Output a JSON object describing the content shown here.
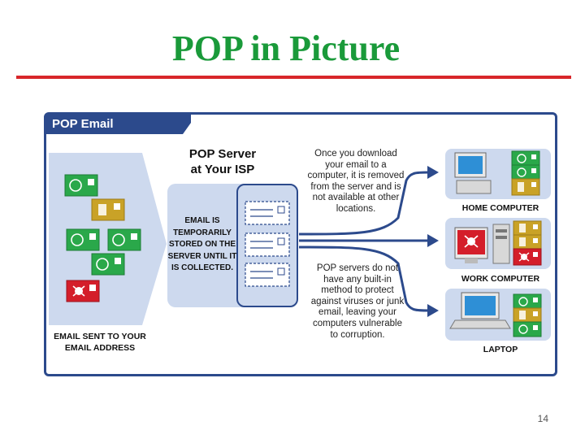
{
  "slide": {
    "title": "POP in Picture",
    "page_number": "14"
  },
  "diagram": {
    "header": "POP Email",
    "server_heading_line1": "POP Server",
    "server_heading_line2": "at Your ISP",
    "server_note": "EMAIL IS TEMPORARILY STORED ON THE SERVER UNTIL IT IS COLLECTED.",
    "caption_download": "Once you download your email to a computer, it is removed from the server and is not available at other locations.",
    "caption_virus": "POP servers do not have any built-in method to protect against viruses or junk email, leaving your computers vulnerable to corruption.",
    "sent_label": "EMAIL SENT TO YOUR EMAIL ADDRESS",
    "devices": [
      {
        "label": "HOME COMPUTER"
      },
      {
        "label": "WORK COMPUTER"
      },
      {
        "label": "LAPTOP"
      }
    ],
    "colors": {
      "frame": "#2c4a8c",
      "panel": "#cdd9ee",
      "envelope_green": "#2aa84a",
      "envelope_gold": "#c9a227",
      "envelope_red": "#d41e2a",
      "title_green": "#1a9a3a",
      "rule_red": "#d8262a"
    }
  }
}
